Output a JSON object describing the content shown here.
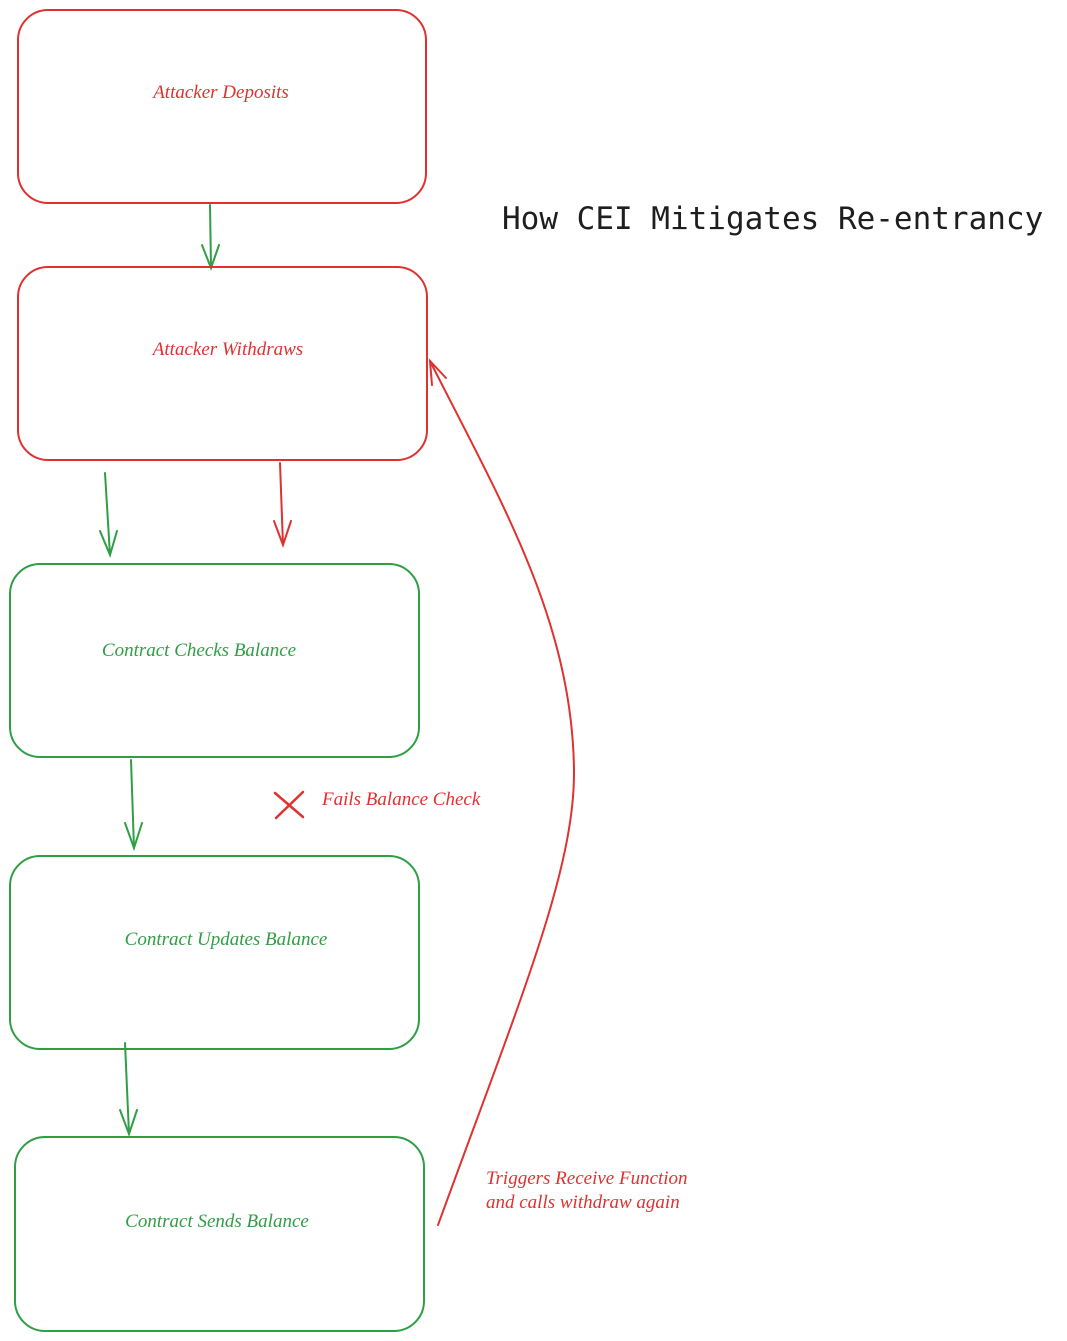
{
  "title": "How CEI Mitigates Re-entrancy",
  "colors": {
    "red": "#e03131",
    "green": "#2f9e44",
    "text": "#1e1e1e",
    "background": "#ffffff"
  },
  "boxes": [
    {
      "id": "attacker-deposits",
      "label": "Attacker Deposits",
      "color": "red"
    },
    {
      "id": "attacker-withdraws",
      "label": "Attacker Withdraws",
      "color": "red"
    },
    {
      "id": "contract-checks-balance",
      "label": "Contract Checks Balance",
      "color": "green"
    },
    {
      "id": "contract-updates-balance",
      "label": "Contract Updates Balance",
      "color": "green"
    },
    {
      "id": "contract-sends-balance",
      "label": "Contract Sends Balance",
      "color": "green"
    }
  ],
  "annotations": {
    "fails_check": "Fails Balance Check",
    "reentry_line1": "Triggers Receive Function",
    "reentry_line2": "and calls withdraw again"
  },
  "icons": {
    "fail_mark": "x-mark-icon"
  }
}
